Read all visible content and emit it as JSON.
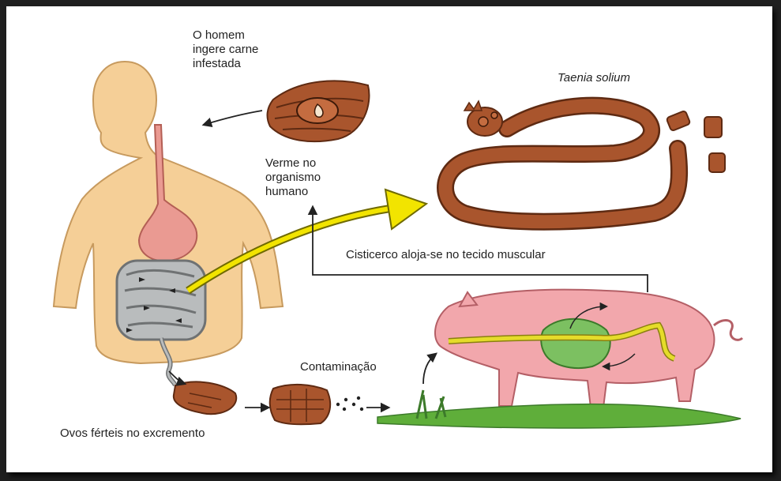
{
  "labels": {
    "ingest": "O homem\ningere carne\ninfestada",
    "species": "Taenia solium",
    "worm_in_body": "Verme no\norganismo\nhumano",
    "cysticercus": "Cisticerco aloja-se no tecido muscular",
    "contamination": "Contaminação",
    "eggs": "Ovos férteis no excremento"
  },
  "colors": {
    "skin": "#f5cf97",
    "skin_outline": "#c79a5e",
    "stomach": "#ea9a92",
    "intestine": "#b9bcbd",
    "worm": "#a9552d",
    "pig": "#f2a7ac",
    "pig_organs": "#7cc061",
    "bile": "#e5dc2a",
    "yellow_arrow": "#f2e400",
    "grass": "#5fae3a"
  }
}
